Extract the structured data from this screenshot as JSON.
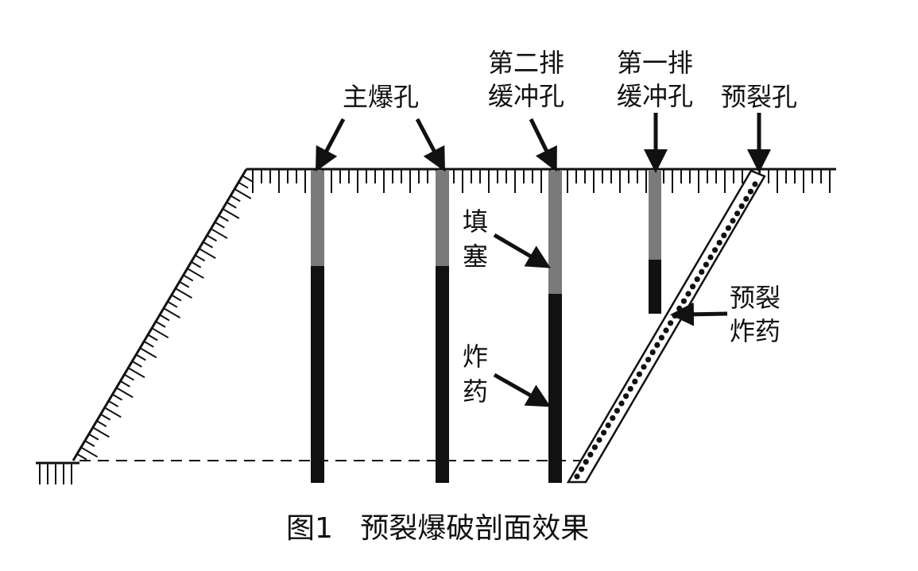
{
  "labels": {
    "main_hole": "主爆孔",
    "second_row_buffer": [
      "第二排",
      "缓冲孔"
    ],
    "first_row_buffer": [
      "第一排",
      "缓冲孔"
    ],
    "presplit_hole": "预裂孔",
    "stemming": [
      "填",
      "塞"
    ],
    "explosive": [
      "炸",
      "药"
    ],
    "presplit_explosive": [
      "预裂",
      "炸药"
    ]
  },
  "caption": "图1   预裂爆破剖面效果",
  "colors": {
    "stemming": "#7a7a7a",
    "explosive": "#111111",
    "line": "#111111",
    "background": "#ffffff"
  }
}
